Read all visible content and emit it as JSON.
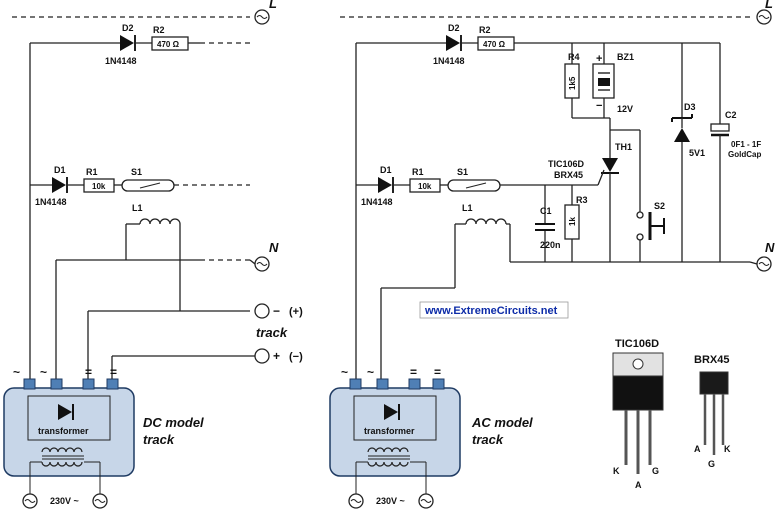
{
  "colors": {
    "box_fill": "#c7d6e8",
    "box_stroke": "#1f3b63",
    "terminal": "#4f7fb5",
    "url_text": "#0d2ca8",
    "wire": "#222222"
  },
  "left": {
    "d2": "D2",
    "r2": "R2",
    "r2_val": "470 Ω",
    "d2_part": "1N4148",
    "d1": "D1",
    "r1": "R1",
    "r1_val": "10k",
    "s1": "S1",
    "d1_part": "1N4148",
    "l1": "L1",
    "L": "L",
    "N": "N",
    "track": "track",
    "minus": "−",
    "plus_p": "(+)",
    "plus": "+",
    "minus_p": "(−)",
    "box_title_1": "DC model",
    "box_title_2": "track",
    "transformer": "transformer",
    "mains": "230V ~",
    "term_labels": [
      "~",
      "~",
      "=",
      "="
    ]
  },
  "right": {
    "d2": "D2",
    "r2": "R2",
    "r2_val": "470 Ω",
    "d2_part": "1N4148",
    "r4": "R4",
    "r4_val": "1k5",
    "bz1": "BZ1",
    "bz_plus": "+",
    "bz_minus": "−",
    "bz_volt": "12V",
    "d3": "D3",
    "d3_val": "5V1",
    "c2": "C2",
    "c2_val_1": "0F1 - 1F",
    "c2_val_2": "GoldCap",
    "th1": "TH1",
    "th_part_1": "TIC106D",
    "th_part_2": "BRX45",
    "d1": "D1",
    "r1": "R1",
    "r1_val": "10k",
    "s1": "S1",
    "d1_part": "1N4148",
    "c1": "C1",
    "c1_val": "220n",
    "r3": "R3",
    "r3_val": "1k",
    "s2": "S2",
    "l1": "L1",
    "L": "L",
    "N": "N",
    "box_title_1": "AC model",
    "box_title_2": "track",
    "transformer": "transformer",
    "mains": "230V ~",
    "term_labels": [
      "~",
      "~",
      "=",
      "="
    ]
  },
  "website": "www.ExtremeCircuits.net",
  "packages": {
    "tic": {
      "name": "TIC106D",
      "pins": [
        "K",
        "A",
        "G"
      ]
    },
    "brx": {
      "name": "BRX45",
      "pins": [
        "A",
        "G",
        "K"
      ]
    }
  }
}
